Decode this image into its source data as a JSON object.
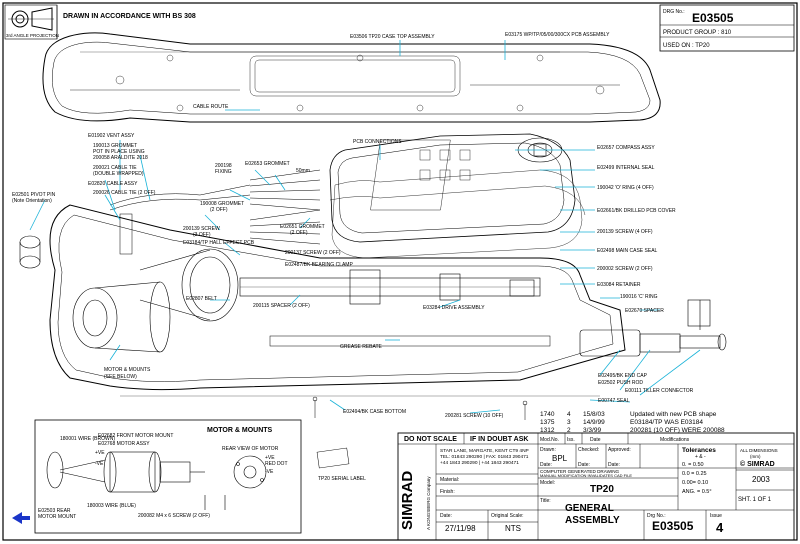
{
  "colors": {
    "leader_line": "#1ab3d8",
    "ink": "#000000",
    "nav_arrow": "#1a35c8"
  },
  "header": {
    "projection_label": "3rd ANGLE PROJECTION",
    "standard_note": "DRAWN IN ACCORDANCE WITH BS 308"
  },
  "title_box": {
    "drg_no_label": "DRG No.:",
    "drg_no": "E03505",
    "product_group": "PRODUCT GROUP : 810",
    "used_on": "USED ON : TP20"
  },
  "callouts": {
    "case_top": "E03506 TP20 CASE TOP ASSEMBLY",
    "pcb_assy": "E03175 WP/TP/05/00/300CX PCB ASSEMBLY",
    "cable_route": "CABLE ROUTE",
    "vent_assy": "E01902 VENT ASSY",
    "grommet_pot_1": "190013 GROMMET",
    "grommet_pot_2": "POT IN PLACE USING",
    "grommet_pot_3": "200058 ARALDITE 2018",
    "cable_tie_1": "200021 CABLE TIE",
    "cable_tie_2": "(DOUBLE WRAPPED)",
    "cable_assy": "E02820 CABLE ASSY",
    "cable_tie2_1": "200026 CABLE TIE (2 OFF)",
    "fixing_1": "200198",
    "fixing_2": "FIXING",
    "grommet_2off_1": "E02653 GROMMET",
    "grommet_2off_2": "190008 GROMMET",
    "grommet_2off_3": "(2 OFF)",
    "screw_3off_1": "200139 SCREW",
    "screw_3off_2": "(3 OFF)",
    "hall_pcb": "E03184/TP HALL EFFECT PCB",
    "pcb_connections": "PCB CONNECTIONS",
    "compass_assy": "E02657 COMPASS ASSY",
    "internal_seal": "E02499 INTERNAL SEAL",
    "o_ring": "190042 'O' RING (4 OFF)",
    "pcb_cover": "E02661/BK DRILLED PCB COVER",
    "screw_4off": "200139 SCREW (4 OFF)",
    "main_case_seal": "E02498 MAIN CASE SEAL",
    "screw_2off_right": "200002 SCREW (2 OFF)",
    "retainer": "E03084 RETAINER",
    "c_ring": "190016 'C' RING",
    "spacer_right": "E02670 SPACER",
    "pivot_pin_1": "E02501 PIVOT PIN",
    "pivot_pin_2": "(Note Orientation)",
    "grommet_2off_b": "E02651 GROMMET",
    "grommet_2off_b2": "(2 OFF)",
    "screw_2off_mid": "200137 SCREW (2 OFF)",
    "bearing_clamp": "E02487/BK BEARING CLAMP",
    "belt": "E02807 BELT",
    "spacer_2off": "200115 SPACER (2 OFF)",
    "drive_assy": "E03284 DRIVE ASSEMBLY",
    "grease_rebate": "GREASE REBATE",
    "motor_mounts_1": "MOTOR & MOUNTS",
    "motor_mounts_2": "(SEE BELOW)",
    "end_cap": "E02495/BK END CAP",
    "push_rod": "E02502 PUSH ROD",
    "tiller_connector": "E00111 TILLER CONNECTOR",
    "seal": "E00747 SEAL",
    "case_bottom": "E02494/BK CASE BOTTOM",
    "screw_10off": "200281 SCREW (10 OFF)",
    "serial_label": "TP20 SERIAL LABEL",
    "dim_mark": "50mm"
  },
  "inset": {
    "title": "MOTOR & MOUNTS",
    "rear_view": "REAR VIEW OF MOTOR",
    "wire_brown": "180001 WIRE (BROWN)",
    "motor_assy": "E02768 MOTOR ASSY",
    "front_mount": "E02682 FRONT MOTOR MOUNT",
    "rear_mount_1": "E02503 REAR",
    "rear_mount_2": "MOTOR MOUNT",
    "wire_blue": "180003 WIRE (BLUE)",
    "screws": "200082 M4 x 6 SCREW (2 OFF)",
    "pos_ve": "+VE",
    "neg_ve": "-VE",
    "red_dot": "RED DOT",
    "pos_ve_inset": "+VE",
    "neg_ve_inset": "-VE"
  },
  "revisions": {
    "rows": [
      {
        "no": "1740",
        "iss": "4",
        "date": "15/8/03",
        "mod": "Updated with new PCB shape"
      },
      {
        "no": "1375",
        "iss": "3",
        "date": "14/9/99",
        "mod": "E03184/TP WAS E03184"
      },
      {
        "no": "1312",
        "iss": "2",
        "date": "3/3/99",
        "mod": "200281 (10 OFF) WERE 200088"
      }
    ],
    "head_no": "Mod.No.",
    "head_iss": "Iss.",
    "head_date": "Date",
    "head_mod": "Modifications"
  },
  "title_block": {
    "do_not_scale": "DO NOT SCALE",
    "if_in_doubt": "IF IN DOUBT ASK",
    "drawn_label": "Drawn:",
    "drawn_value": "BPL",
    "checked_label": "Checked:",
    "approved_label": "Approved:",
    "date_label_1": "Date:",
    "date_label_2": "Date:",
    "date_label_3": "Date:",
    "company_name": "SIMRAD",
    "company_sub": "A KONGSBERG Company",
    "address_1": "STAR LANE, MARGATE, KENT CT9 4NP",
    "address_2": "TEL: 01843 290290 | FAX: 01843 290471",
    "address_3": "+44 1843 290290 | +44 1843 290471",
    "cad_note_1": "COMPUTER GENERATED DRAWING",
    "cad_note_2": "MANUAL MODIFICATION INVALIDATES CAD FILE",
    "model_label": "Model:",
    "model_value": "TP20",
    "material_label": "Material:",
    "finish_label": "Finish:",
    "title_label": "Title:",
    "title_1": "GENERAL",
    "title_2": "ASSEMBLY",
    "date_label": "Date:",
    "date_value": "27/11/98",
    "orig_scale_label": "Original Scale:",
    "orig_scale_value": "NTS",
    "drg_no_label": "Drg No.:",
    "drg_no_value": "E03505",
    "issue_label": "Issue",
    "issue_value": "4",
    "tol_label": "Tolerances",
    "tol_unless": "+ & -",
    "tol_row1": "0.    =  0.50",
    "tol_row2": "0.0  =  0.25",
    "tol_row3": "0.00=  0.10",
    "tol_angle": "ANG. = 0.5°",
    "all_dims_1": "ALL DIMENSIONS",
    "all_dims_2": "(mm)",
    "copyright": "© SIMRAD",
    "year": "2003",
    "sheet": "SHT. 1 OF 1"
  }
}
